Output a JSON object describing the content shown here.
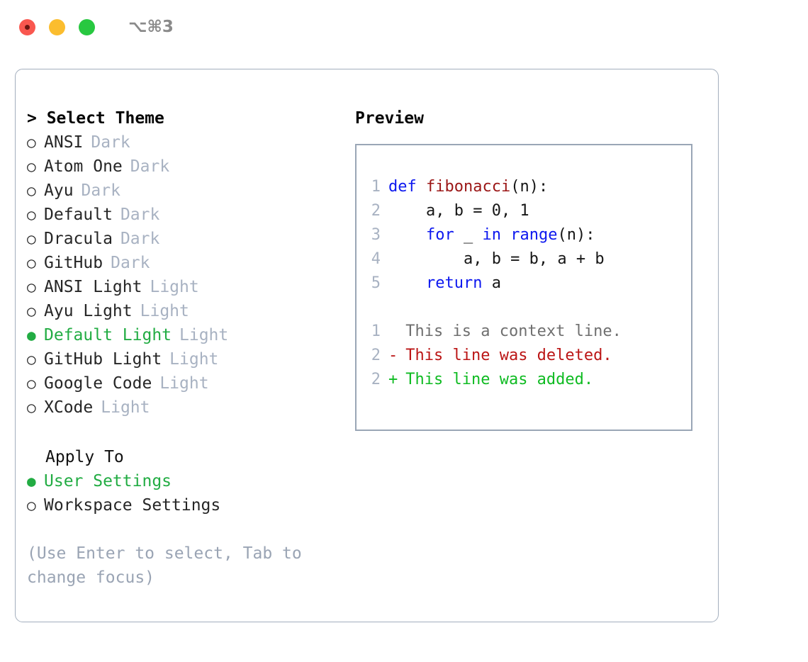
{
  "titlebar": {
    "shortcut": "⌥⌘3",
    "buttons": [
      {
        "name": "close",
        "color": "#f9574f"
      },
      {
        "name": "minimize",
        "color": "#fbbd2e"
      },
      {
        "name": "maximize",
        "color": "#28c840"
      }
    ]
  },
  "theme_list": {
    "header": "> Select Theme",
    "selected_marker": "●",
    "unselected_marker": "○",
    "accent": "#22ac43",
    "tag_color": "#a8b2c2",
    "items": [
      {
        "label": "ANSI",
        "tag": "Dark",
        "selected": false
      },
      {
        "label": "Atom One",
        "tag": "Dark",
        "selected": false
      },
      {
        "label": "Ayu",
        "tag": "Dark",
        "selected": false
      },
      {
        "label": "Default",
        "tag": "Dark",
        "selected": false
      },
      {
        "label": "Dracula",
        "tag": "Dark",
        "selected": false
      },
      {
        "label": "GitHub",
        "tag": "Dark",
        "selected": false
      },
      {
        "label": "ANSI Light",
        "tag": "Light",
        "selected": false
      },
      {
        "label": "Ayu Light",
        "tag": "Light",
        "selected": false
      },
      {
        "label": "Default Light",
        "tag": "Light",
        "selected": true
      },
      {
        "label": "GitHub Light",
        "tag": "Light",
        "selected": false
      },
      {
        "label": "Google Code",
        "tag": "Light",
        "selected": false
      },
      {
        "label": "XCode",
        "tag": "Light",
        "selected": false
      }
    ]
  },
  "apply_to": {
    "header": "Apply To",
    "items": [
      {
        "label": "User Settings",
        "selected": true
      },
      {
        "label": "Workspace Settings",
        "selected": false
      }
    ]
  },
  "hint": "(Use Enter to select, Tab to change focus)",
  "preview": {
    "title": "Preview",
    "code_lines": [
      {
        "no": "1",
        "tokens": [
          {
            "t": "def ",
            "c": "kw"
          },
          {
            "t": "fibonacci",
            "c": "fn"
          },
          {
            "t": "(n):",
            "c": "plain"
          }
        ]
      },
      {
        "no": "2",
        "tokens": [
          {
            "t": "    a, b = 0, 1",
            "c": "plain"
          }
        ]
      },
      {
        "no": "3",
        "tokens": [
          {
            "t": "    ",
            "c": "plain"
          },
          {
            "t": "for",
            "c": "kw"
          },
          {
            "t": " _ ",
            "c": "plain"
          },
          {
            "t": "in",
            "c": "kw"
          },
          {
            "t": " ",
            "c": "plain"
          },
          {
            "t": "range",
            "c": "kw"
          },
          {
            "t": "(n):",
            "c": "plain"
          }
        ]
      },
      {
        "no": "4",
        "tokens": [
          {
            "t": "        a, b = b, a + b",
            "c": "plain"
          }
        ]
      },
      {
        "no": "5",
        "tokens": [
          {
            "t": "    ",
            "c": "plain"
          },
          {
            "t": "return",
            "c": "kw"
          },
          {
            "t": " a",
            "c": "plain"
          }
        ]
      }
    ],
    "diff_lines": [
      {
        "no": "1",
        "marker": " ",
        "text": "This is a context line.",
        "kind": "context"
      },
      {
        "no": "2",
        "marker": "-",
        "text": "This line was deleted.",
        "kind": "del"
      },
      {
        "no": "2",
        "marker": "+",
        "text": "This line was added.",
        "kind": "add"
      }
    ],
    "colors": {
      "keyword": "#0d18ef",
      "function": "#9b1616",
      "plain": "#161616",
      "lineno": "#a8b2c2",
      "diff_context": "#6f6f6f",
      "diff_delete": "#bb1515",
      "diff_add": "#0fbb22"
    }
  }
}
